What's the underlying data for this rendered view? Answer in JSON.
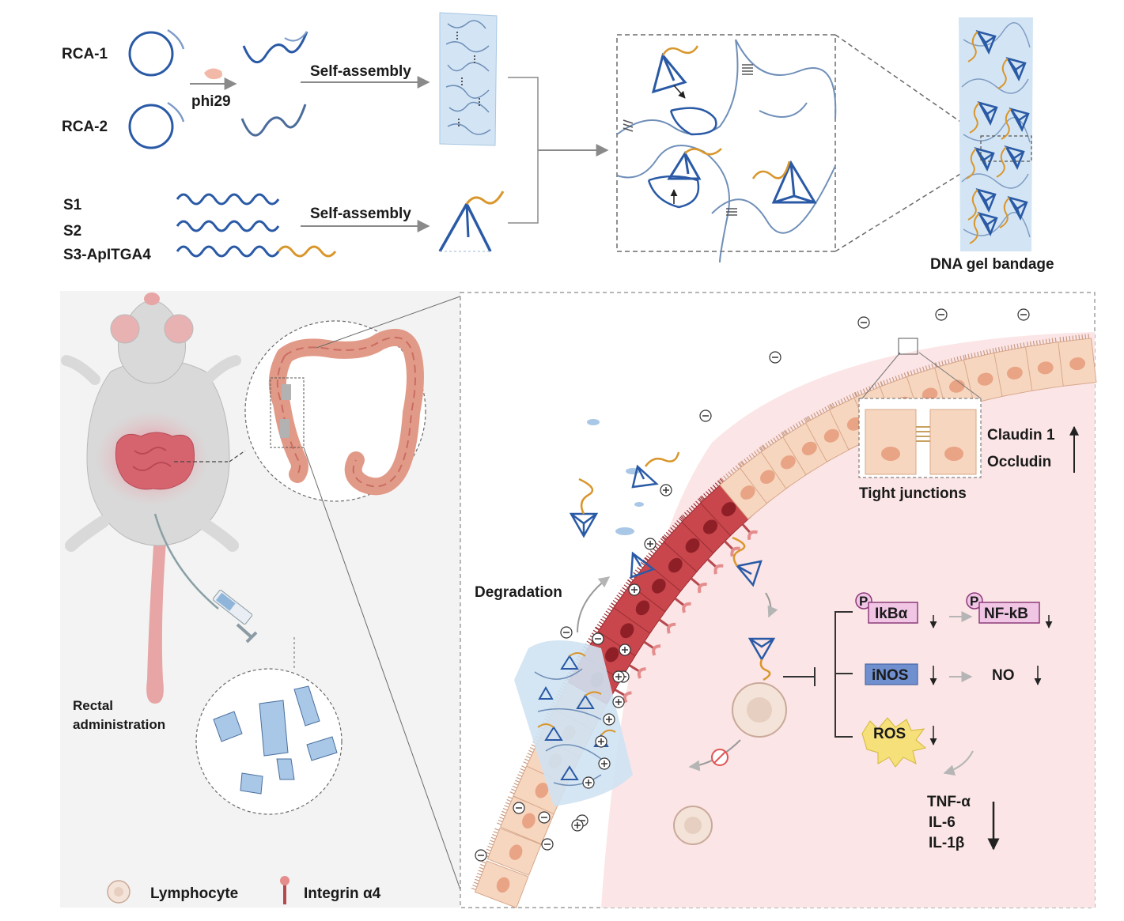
{
  "synthesis": {
    "rca1": "RCA-1",
    "rca2": "RCA-2",
    "enzyme": "phi29",
    "self_assembly_1": "Self-assembly",
    "self_assembly_2": "Self-assembly",
    "s1": "S1",
    "s2": "S2",
    "s3": "S3-ApITGA4",
    "bandage": "DNA gel bandage"
  },
  "treatment": {
    "rectal": "Rectal",
    "administration": "administration",
    "degradation": "Degradation",
    "tight_junctions": "Tight junctions",
    "claudin": "Claudin 1",
    "occludin": "Occludin"
  },
  "pathway": {
    "phospho": "P",
    "ikba": "IkBα",
    "nfkb": "NF-kB",
    "inos": "iNOS",
    "no": "NO",
    "ros": "ROS",
    "tnf": "TNF-α",
    "il6": "IL-6",
    "il1b": "IL-1β"
  },
  "legend": {
    "lymphocyte": "Lymphocyte",
    "integrin": "Integrin α4"
  },
  "colors": {
    "dna_blue": "#2a5aa6",
    "aptamer_orange": "#d9962b",
    "gel_blue": "#cfe2f2",
    "epithelial": "#f7d6c0",
    "inflamed_cell": "#c8464c",
    "tissue_pink": "#fbe5e6",
    "inos_box": "#6f8fcf",
    "protein_box": "#f1c6e5",
    "ros_burst": "#f6e07a"
  }
}
